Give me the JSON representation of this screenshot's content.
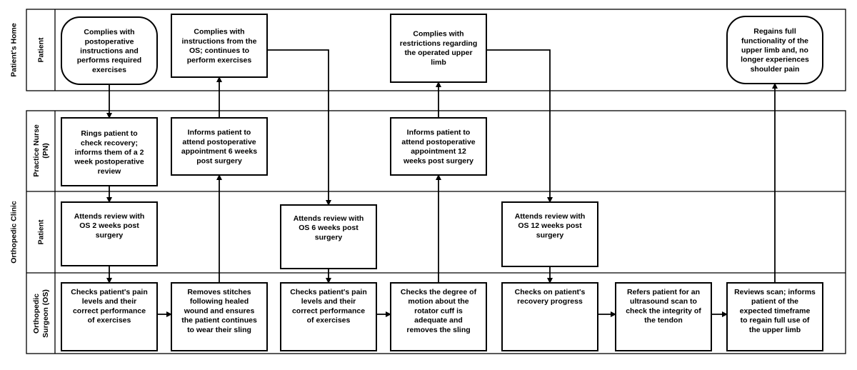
{
  "lanes": {
    "home_group": "Patient's Home",
    "clinic_group": "Orthopedic Clinic",
    "home_patient": "Patient",
    "pn": [
      "Practice Nurse",
      "(PN)"
    ],
    "clinic_patient": "Patient",
    "os": [
      "Orthopedic",
      "Surgeon (OS)"
    ]
  },
  "nodes": {
    "home1": [
      "Complies with",
      "postoperative",
      "instructions and",
      "performs required",
      "exercises"
    ],
    "home2": [
      "Complies with",
      "instructions from the",
      "OS; continues to",
      "perform exercises"
    ],
    "home3": [
      "Complies with",
      "restrictions regarding",
      "the operated upper",
      "limb"
    ],
    "home4": [
      "Regains full",
      "functionality of the",
      "upper limb and, no",
      "longer experiences",
      "shoulder pain"
    ],
    "pn1": [
      "Rings patient to",
      "check recovery;",
      "informs them of a 2",
      "week postoperative",
      "review"
    ],
    "pn2": [
      "Informs patient to",
      "attend postoperative",
      "appointment 6 weeks",
      "post surgery"
    ],
    "pn3": [
      "Informs patient to",
      "attend postoperative",
      "appointment 12",
      "weeks post surgery"
    ],
    "cp1": [
      "Attends review with",
      "OS 2 weeks post",
      "surgery"
    ],
    "cp2": [
      "Attends review with",
      "OS 6 weeks post",
      "surgery"
    ],
    "cp3": [
      "Attends review with",
      "OS 12 weeks post",
      "surgery"
    ],
    "os1": [
      "Checks patient's pain",
      "levels and their",
      "correct performance",
      "of exercises"
    ],
    "os2": [
      "Removes stitches",
      "following healed",
      "wound and ensures",
      "the patient continues",
      "to wear their sling"
    ],
    "os3": [
      "Checks patient's pain",
      "levels and their",
      "correct performance",
      "of exercises"
    ],
    "os4": [
      "Checks the degree of",
      "motion about the",
      "rotator cuff is",
      "adequate and",
      "removes the sling"
    ],
    "os5": [
      "Checks on patient's",
      "recovery progress"
    ],
    "os6": [
      "Refers patient for an",
      "ultrasound scan to",
      "check the integrity of",
      "the tendon"
    ],
    "os7": [
      "Reviews scan; informs",
      "patient of the",
      "expected timeframe",
      "to regain full use of",
      "the upper limb"
    ]
  }
}
